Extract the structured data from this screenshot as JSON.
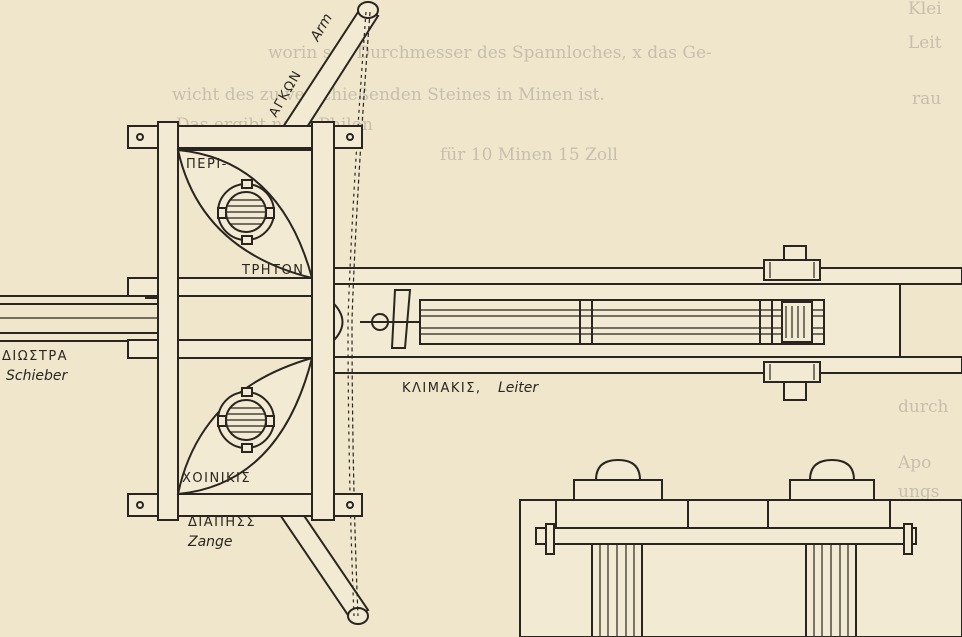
{
  "diagram": {
    "labels": {
      "arm_greek": "ΑΓΚΩΝ",
      "arm_german": "Arm",
      "peri": "ΠΕΡΙ-",
      "treton": "ΤΡΗΤΟΝ",
      "diostra": "ΔΙΩΣΤΡΑ",
      "schieber": "Schieber",
      "klimakis": "ΚΛΙΜΑΚΙΣ",
      "leiter": "Leiter",
      "choinikis": "ΧΟΙΝΙΚΙΣ",
      "diapessis": "ΔΙΑΠΗΣΣ",
      "zange": "Zange"
    },
    "bleed_through": [
      "worin s = Durchmesser des Spannloches, x das Ge-",
      "wicht des zu verschießenden Steines in Minen ist.",
      "Das ergibt nach Philon",
      "für 10 Minen 15 Zoll",
      "durch",
      "Apo",
      "ungs",
      "Klei",
      "Leit",
      "rau"
    ]
  }
}
